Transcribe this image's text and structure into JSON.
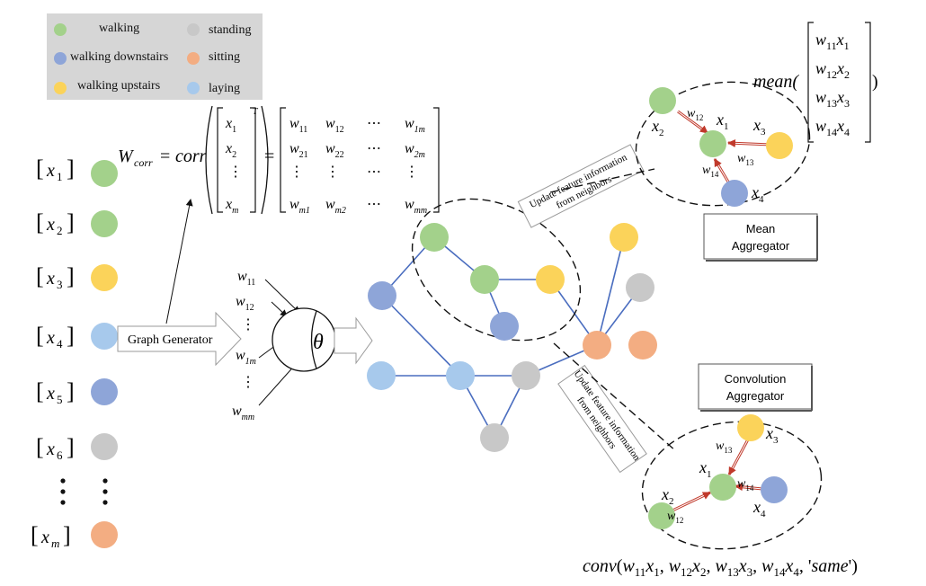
{
  "colors": {
    "walking": "#a3d18b",
    "walking_downstairs": "#8ea5d8",
    "walking_upstairs": "#fbd35a",
    "standing": "#c8c8c8",
    "sitting": "#f3ad82",
    "laying": "#a7c9ec",
    "edge": "#4a6dbf",
    "arrow_red": "#c0392b"
  },
  "legend": {
    "items": [
      {
        "label": "walking",
        "color_key": "walking"
      },
      {
        "label": "standing",
        "color_key": "standing"
      },
      {
        "label": "walking downstairs",
        "color_key": "walking_downstairs"
      },
      {
        "label": "sitting",
        "color_key": "sitting"
      },
      {
        "label": "walking upstairs",
        "color_key": "walking_upstairs"
      },
      {
        "label": "laying",
        "color_key": "laying"
      }
    ]
  },
  "features": {
    "items": [
      {
        "sub": "1",
        "color_key": "walking"
      },
      {
        "sub": "2",
        "color_key": "walking"
      },
      {
        "sub": "3",
        "color_key": "walking_upstairs"
      },
      {
        "sub": "4",
        "color_key": "laying"
      },
      {
        "sub": "5",
        "color_key": "walking_downstairs"
      },
      {
        "sub": "6",
        "color_key": "standing"
      },
      {
        "sub": "m",
        "color_key": "sitting"
      }
    ]
  },
  "graph_generator_label": "Graph Generator",
  "correlation": {
    "lhs_symbol": "W",
    "lhs_sub": "corr",
    "func": "corr",
    "transpose": "T",
    "vector": [
      "x1",
      "x2",
      "⋮",
      "xm"
    ],
    "matrix": [
      [
        "w11",
        "w12",
        "⋯",
        "w1m"
      ],
      [
        "w21",
        "w22",
        "⋯",
        "w2m"
      ],
      [
        "⋮",
        "⋮",
        "⋯",
        "⋮"
      ],
      [
        "wm1",
        "wm2",
        "⋯",
        "wmm"
      ]
    ]
  },
  "neuron": {
    "inputs": [
      "w11",
      "w12",
      "⋮",
      "w1m",
      "⋮",
      "wmm"
    ],
    "theta": "θ"
  },
  "update_label": {
    "line1": "Update feature information",
    "line2": "from neighbors"
  },
  "mean_aggregator": {
    "title_line1": "Mean",
    "title_line2": "Aggregator",
    "formula_func": "mean(",
    "formula_close": ")",
    "formula_terms": [
      "w11x1",
      "w12x2",
      "w13x3",
      "w14x4"
    ]
  },
  "conv_aggregator": {
    "title_line1": "Convolution",
    "title_line2": "Aggregator",
    "formula": "conv(w11x1, w12x2, w13x3, w14x4, 'same')"
  },
  "aggregator_nodes": {
    "center": "x1",
    "n2": "x2",
    "n3": "x3",
    "n4": "x4",
    "w12": "w12",
    "w13": "w13",
    "w14": "w14"
  }
}
